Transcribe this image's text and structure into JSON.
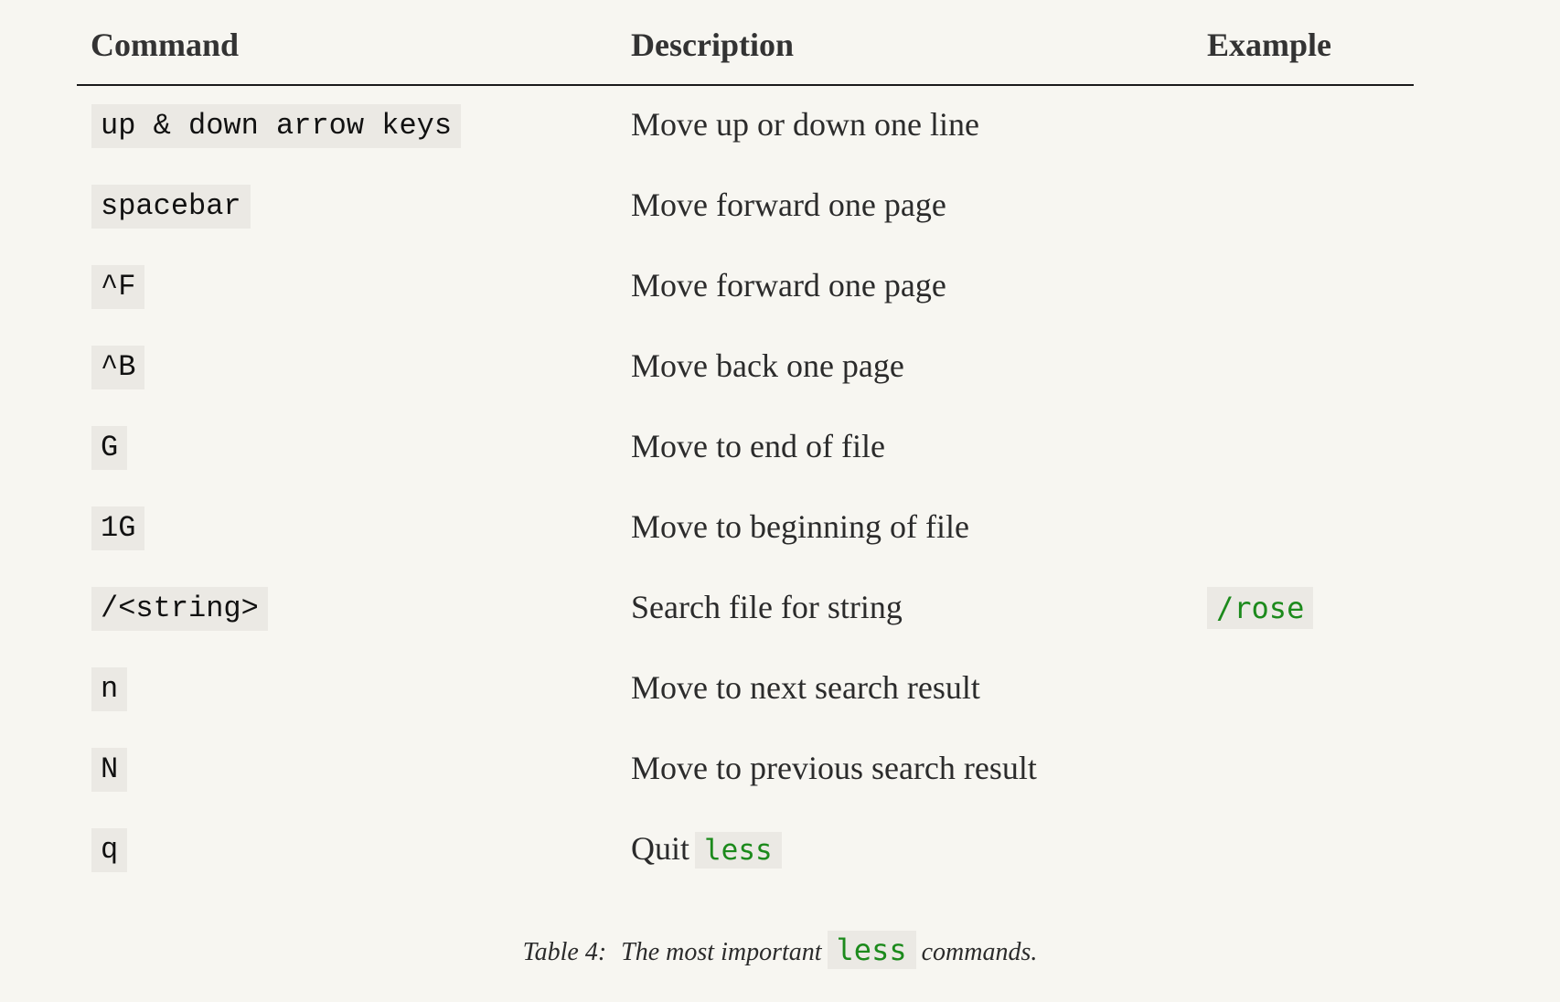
{
  "table": {
    "headers": [
      "Command",
      "Description",
      "Example"
    ],
    "rows": [
      {
        "command": "up & down arrow keys",
        "description": "Move up or down one line",
        "example": ""
      },
      {
        "command": "spacebar",
        "description": "Move forward one page",
        "example": ""
      },
      {
        "command": "^F",
        "description": "Move forward one page",
        "example": ""
      },
      {
        "command": "^B",
        "description": "Move back one page",
        "example": ""
      },
      {
        "command": "G",
        "description": "Move to end of file",
        "example": ""
      },
      {
        "command": "1G",
        "description": "Move to beginning of file",
        "example": ""
      },
      {
        "command": "/<string>",
        "description": "Search file for string",
        "example": "/rose"
      },
      {
        "command": "n",
        "description": "Move to next search result",
        "example": ""
      },
      {
        "command": "N",
        "description": "Move to previous search result",
        "example": ""
      },
      {
        "command": "q",
        "description": "Quit",
        "description_code": "less",
        "example": ""
      }
    ]
  },
  "caption": {
    "label": "Table 4:",
    "text_before": "The most important",
    "code": "less",
    "text_after": "commands."
  },
  "colors": {
    "background": "#f7f6f1",
    "code_background": "#ebe9e4",
    "code_green": "#1c8a1c",
    "text": "#2b2b2b"
  }
}
